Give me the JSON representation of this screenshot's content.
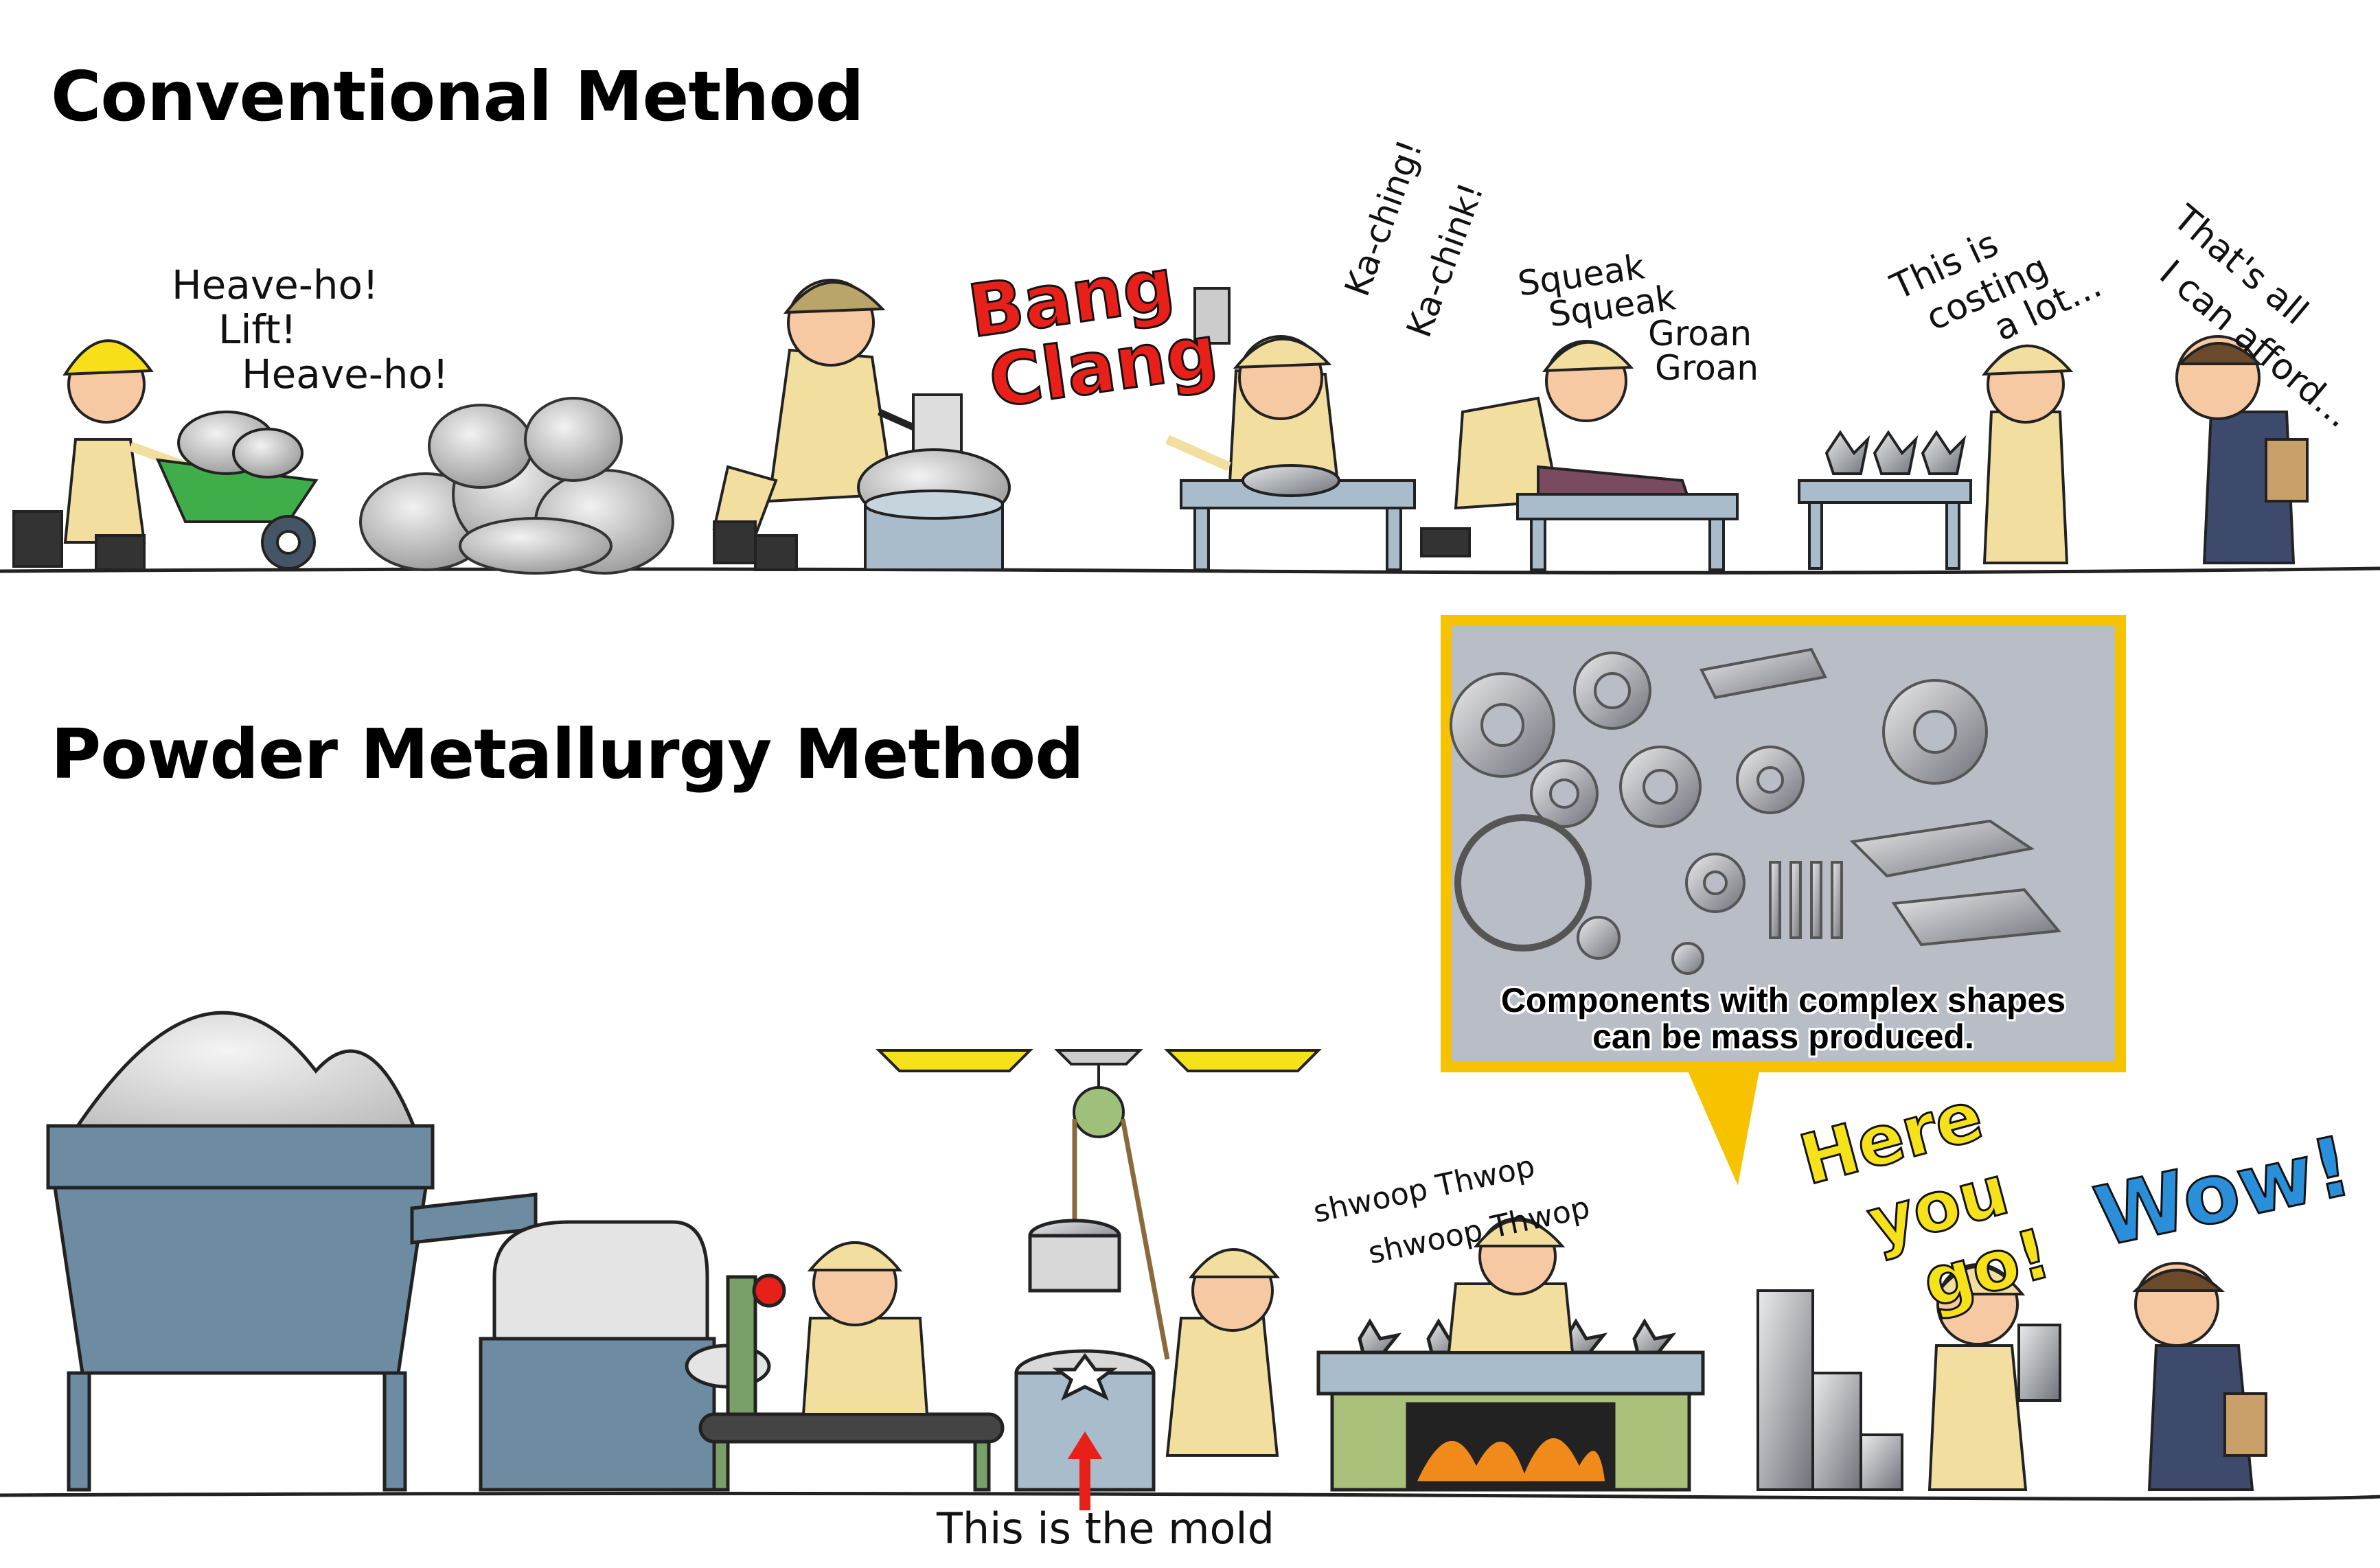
{
  "headings": {
    "conventional": "Conventional Method",
    "powder": "Powder Metallurgy Method"
  },
  "conventional": {
    "heave_line1": "Heave-ho!",
    "heave_line2": "Lift!",
    "heave_line3": "Heave-ho!",
    "bang": "Bang",
    "clang": "Clang",
    "kaching": "Ka-ching!",
    "kachink": "Ka-chink!",
    "squeak1": "Squeak",
    "squeak2": "Squeak",
    "groan1": "Groan",
    "groan2": "Groan",
    "costing_line1": "This is",
    "costing_line2": "costing",
    "costing_line3": "a lot...",
    "afford_line1": "That's all",
    "afford_line2": "I can afford..."
  },
  "powder": {
    "shwoop1": "shwoop Thwop",
    "shwoop2": "shwoop Thwop",
    "mold_label": "This is the mold",
    "here": "Here",
    "you": "you",
    "go": "go!",
    "wow": "Wow!",
    "caption_line1": "Components with complex shapes",
    "caption_line2": "can be mass produced."
  },
  "colors": {
    "uniform": "#f2dfa0",
    "photo_frame": "#f7c300",
    "photo_bg": "#b9bec6",
    "bang_red": "#e8201a",
    "here_yellow": "#f5e21a",
    "wow_blue": "#2a8fd8",
    "machine_blue": "#6d8ca2",
    "table_blue": "#a9bccb",
    "furnace_green": "#a9c17a",
    "fire_orange": "#f08a1a",
    "wheelbarrow_green": "#3fae4a",
    "suit_navy": "#3d4a6c"
  }
}
